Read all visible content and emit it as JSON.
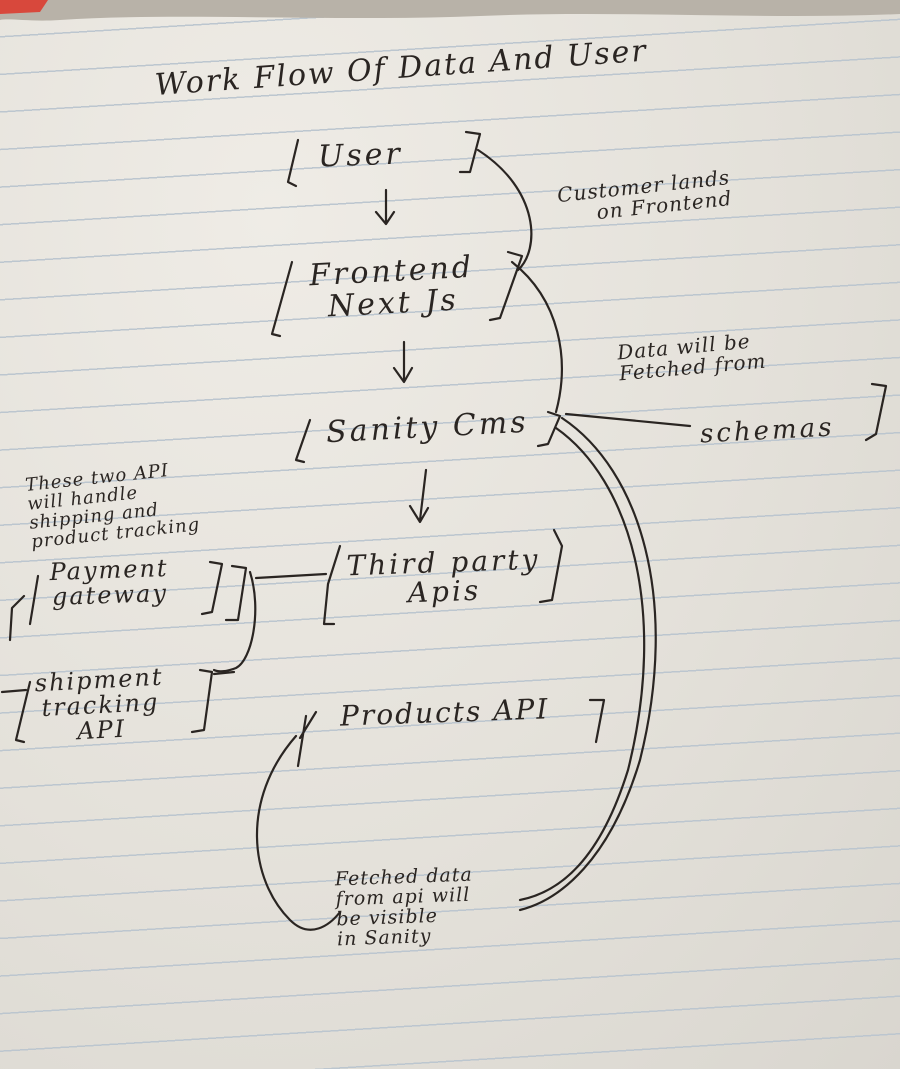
{
  "diagram": {
    "title": "Work Flow Of Data And User",
    "nodes": {
      "user": "User",
      "frontend": [
        "Frontend",
        "Next Js"
      ],
      "sanity": "Sanity Cms",
      "third_party": [
        "Third party",
        "Apis"
      ],
      "products": "Products API",
      "schemas": "schemas",
      "payment": [
        "Payment",
        "gateway"
      ],
      "shipment": [
        "shipment",
        "tracking",
        "API"
      ]
    },
    "notes": {
      "lands": [
        "Customer lands",
        "on Frontend"
      ],
      "fetched_from": [
        "Data will be",
        "Fetched from"
      ],
      "two_api": [
        "These two API",
        "will handle",
        "shipping and",
        "product tracking"
      ],
      "visible_sanity": [
        "Fetched data",
        "from api will",
        "be visible",
        "in Sanity"
      ]
    },
    "ink_color": "#2a2522",
    "paper_color": "#e6e3dc",
    "rule_color": "#bcc6cf"
  }
}
